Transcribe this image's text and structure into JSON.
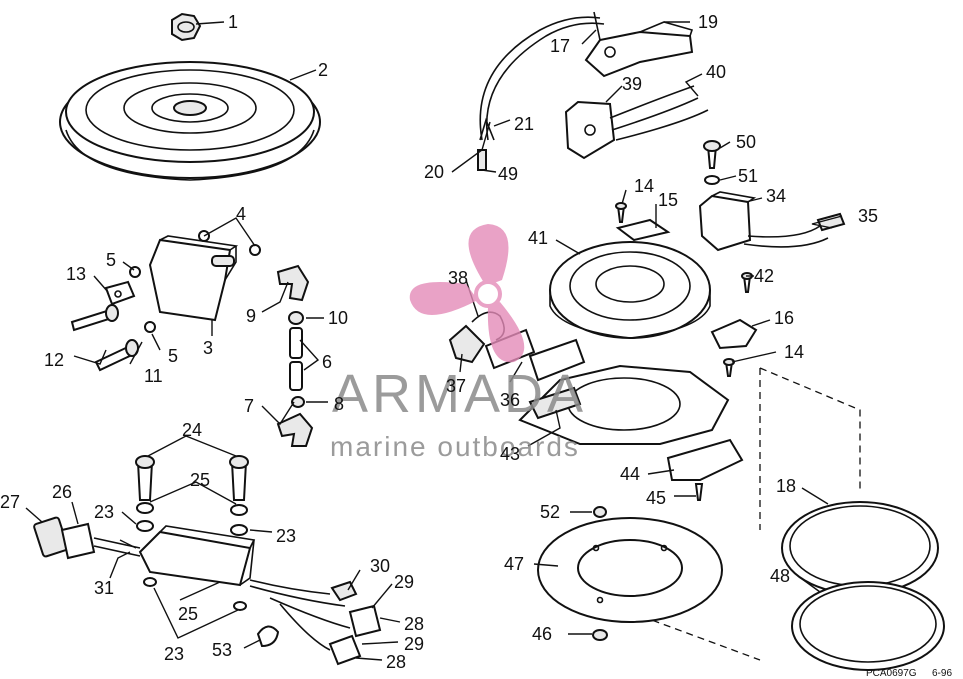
{
  "diagram": {
    "callouts": {
      "c1": "1",
      "c2": "2",
      "c3": "3",
      "c4": "4",
      "c5a": "5",
      "c5b": "5",
      "c6": "6",
      "c7": "7",
      "c8": "8",
      "c9": "9",
      "c10": "10",
      "c11": "11",
      "c12": "12",
      "c13": "13",
      "c14a": "14",
      "c14b": "14",
      "c15": "15",
      "c16": "16",
      "c17": "17",
      "c18": "18",
      "c19": "19",
      "c20": "20",
      "c21": "21",
      "c23a": "23",
      "c23b": "23",
      "c23c": "23",
      "c24": "24",
      "c25a": "25",
      "c25b": "25",
      "c26": "26",
      "c27": "27",
      "c28a": "28",
      "c28b": "28",
      "c29a": "29",
      "c29b": "29",
      "c30": "30",
      "c31": "31",
      "c34": "34",
      "c35": "35",
      "c36": "36",
      "c37": "37",
      "c38": "38",
      "c39": "39",
      "c40": "40",
      "c41": "41",
      "c42": "42",
      "c43": "43",
      "c44": "44",
      "c45": "45",
      "c46": "46",
      "c47": "47",
      "c48": "48",
      "c49": "49",
      "c50": "50",
      "c51": "51",
      "c52": "52",
      "c53": "53"
    },
    "part_code": "PCA0697G",
    "date_code": "6-96"
  },
  "watermark": {
    "title": "ARMADA",
    "subtitle": "marine outboards",
    "logo_color": "#e48bb8",
    "text_color": "#8a8a8a"
  }
}
